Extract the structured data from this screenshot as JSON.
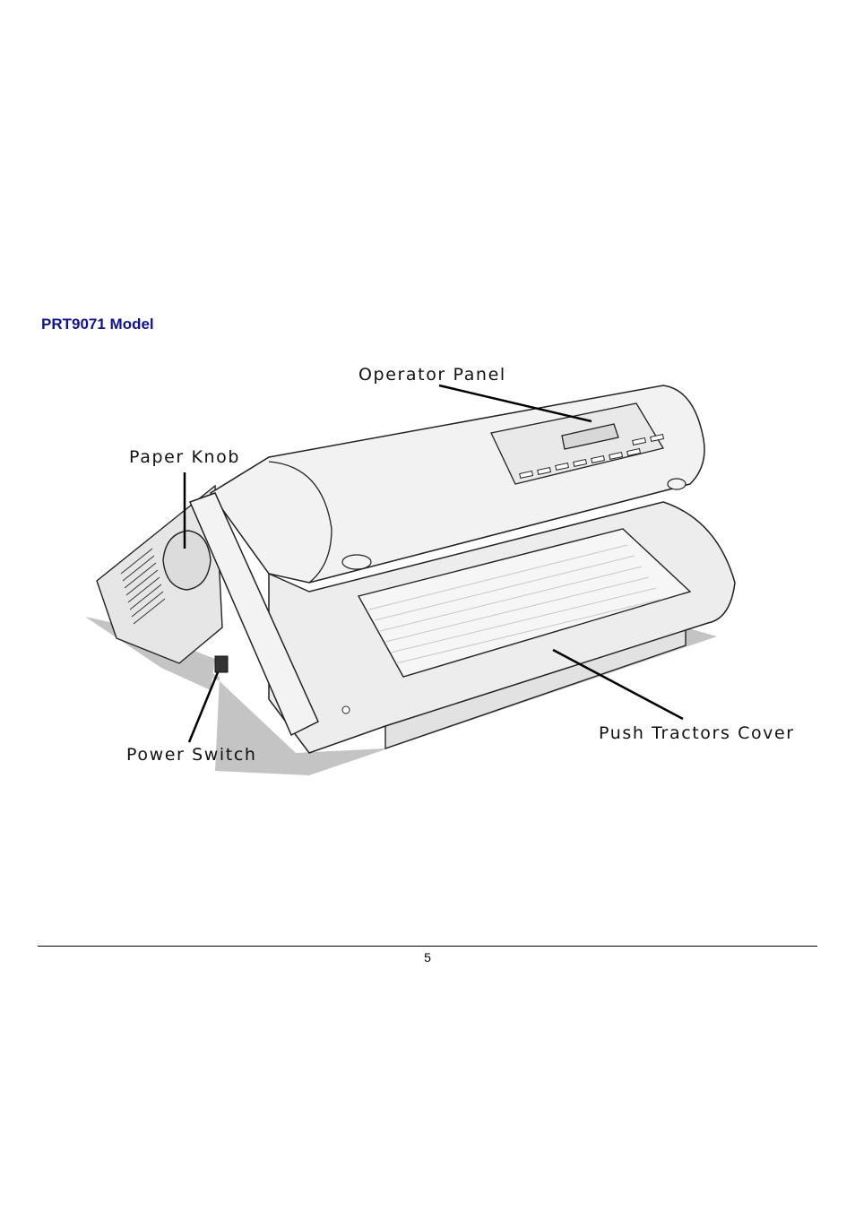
{
  "document": {
    "heading": "PRT9071 Model",
    "page_number": "5"
  },
  "figure": {
    "callouts": {
      "operator_panel": "Operator Panel",
      "paper_knob": "Paper Knob",
      "power_switch": "Power Switch",
      "push_tractors_cover": "Push Tractors Cover"
    }
  },
  "colors": {
    "heading": "#13138a",
    "printer_body": "#ebebeb",
    "shadow": "#bdbdbd",
    "outline": "#222222"
  }
}
